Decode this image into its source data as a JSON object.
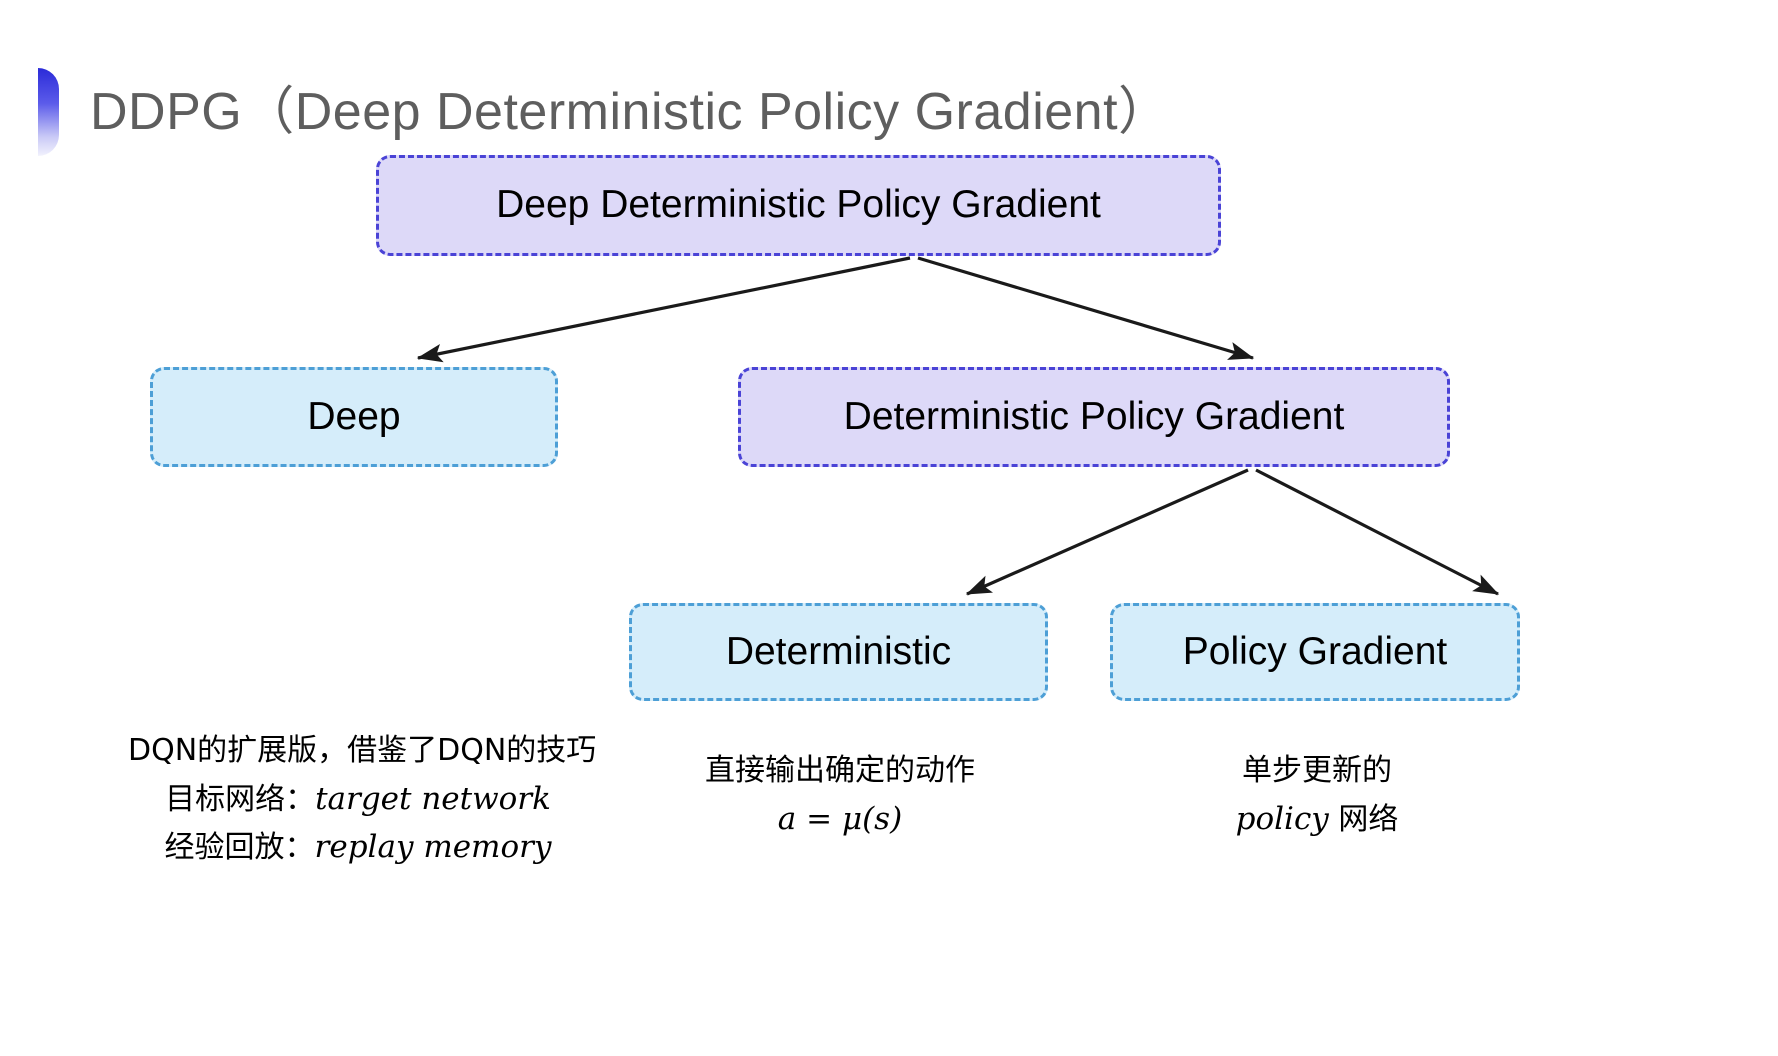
{
  "slide": {
    "title": "DDPG（Deep Deterministic Policy Gradient）",
    "background_color": "#ffffff",
    "bullet_icon": "half-circle-gradient-icon",
    "title_color": "#5e5e5e",
    "accent_color": "#3b3be0"
  },
  "diagram": {
    "type": "tree",
    "nodes": [
      {
        "id": "root",
        "label": "Deep Deterministic Policy Gradient",
        "fill": "#ddd9f8",
        "border": "#4a43d6",
        "style": "dashed"
      },
      {
        "id": "deep",
        "label": "Deep",
        "fill": "#d5edfa",
        "border": "#4d9fd6",
        "style": "dashed"
      },
      {
        "id": "dpg",
        "label": "Deterministic Policy Gradient",
        "fill": "#ddd9f8",
        "border": "#4a43d6",
        "style": "dashed"
      },
      {
        "id": "deterministic",
        "label": "Deterministic",
        "fill": "#d5edfa",
        "border": "#4d9fd6",
        "style": "dashed"
      },
      {
        "id": "policy-gradient",
        "label": "Policy Gradient",
        "fill": "#d5edfa",
        "border": "#4d9fd6",
        "style": "dashed"
      }
    ],
    "edges": [
      {
        "from": "root",
        "to": "deep"
      },
      {
        "from": "root",
        "to": "dpg"
      },
      {
        "from": "dpg",
        "to": "deterministic"
      },
      {
        "from": "dpg",
        "to": "policy-gradient"
      }
    ],
    "arrow_color": "#1a1a1a"
  },
  "captions": {
    "deep": {
      "lines": [
        "DQN的扩展版，借鉴了DQN的技巧",
        {
          "cn": "目标网络：",
          "it": "target network"
        },
        {
          "cn": "经验回放：",
          "it": "replay memory"
        }
      ],
      "line1": "DQN的扩展版，借鉴了DQN的技巧",
      "line2_cn": "目标网络：",
      "line2_it": "target network",
      "line3_cn": "经验回放：",
      "line3_it": "replay memory"
    },
    "deterministic": {
      "line1": "直接输出确定的动作",
      "line2_formula": "a = μ(s)"
    },
    "policy_gradient": {
      "line1": "单步更新的",
      "line2_it": "policy",
      "line2_cn": " 网络"
    }
  }
}
